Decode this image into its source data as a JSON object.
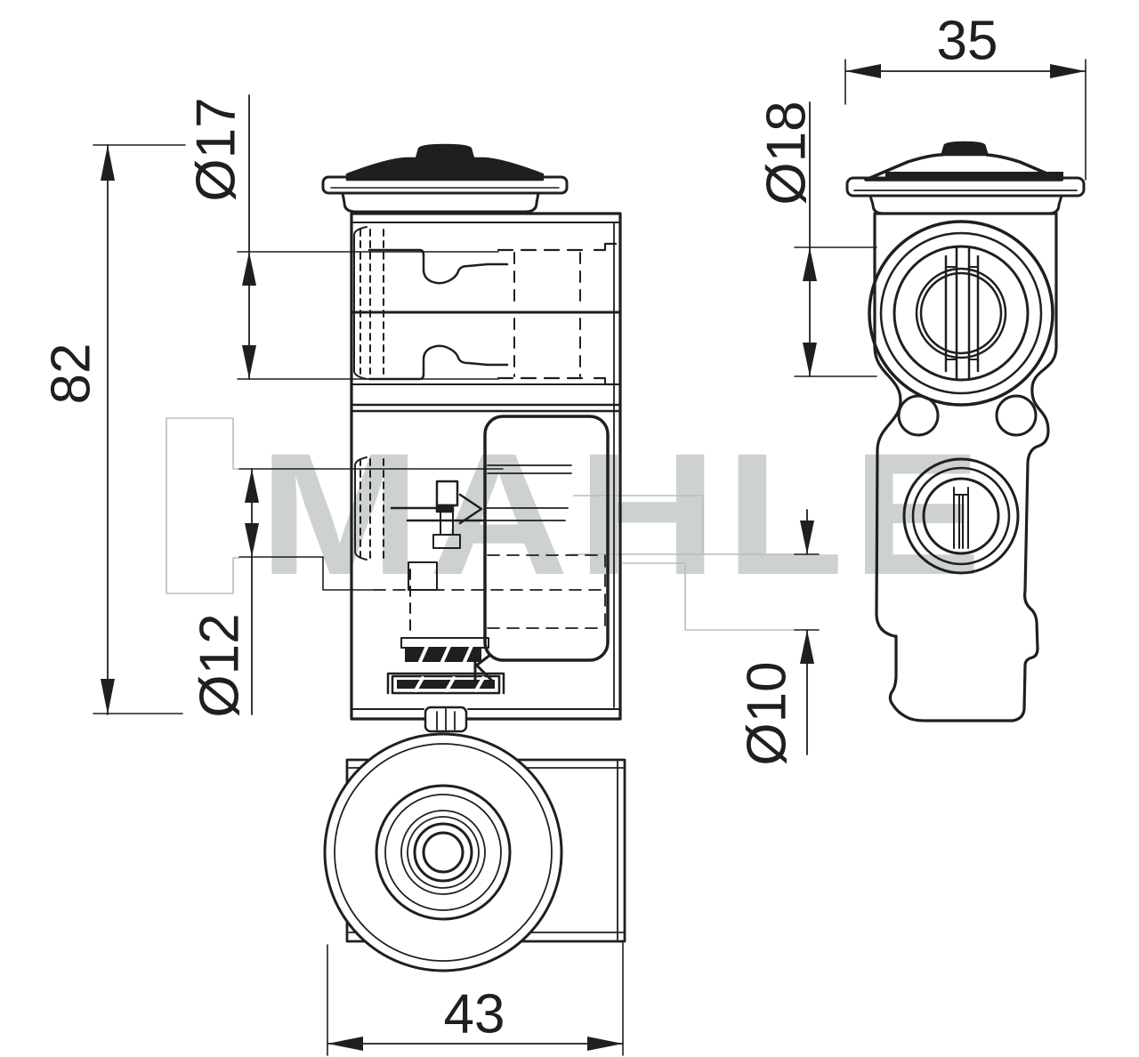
{
  "colors": {
    "background": "#ffffff",
    "ink": "#1f1f1f",
    "construction": "#b9bdbd",
    "watermark": "#cdd1d1"
  },
  "watermark": {
    "text": "MAHLE"
  },
  "dimensions": {
    "overall_height": {
      "label": "82"
    },
    "front_upper_port_diameter": {
      "label": "Ø17"
    },
    "front_lower_port_diameter": {
      "label": "Ø12"
    },
    "side_top_width": {
      "label": "35"
    },
    "side_upper_port_diameter": {
      "label": "Ø18"
    },
    "side_lower_port_diameter": {
      "label": "Ø10"
    },
    "bottom_overall_width": {
      "label": "43"
    }
  }
}
